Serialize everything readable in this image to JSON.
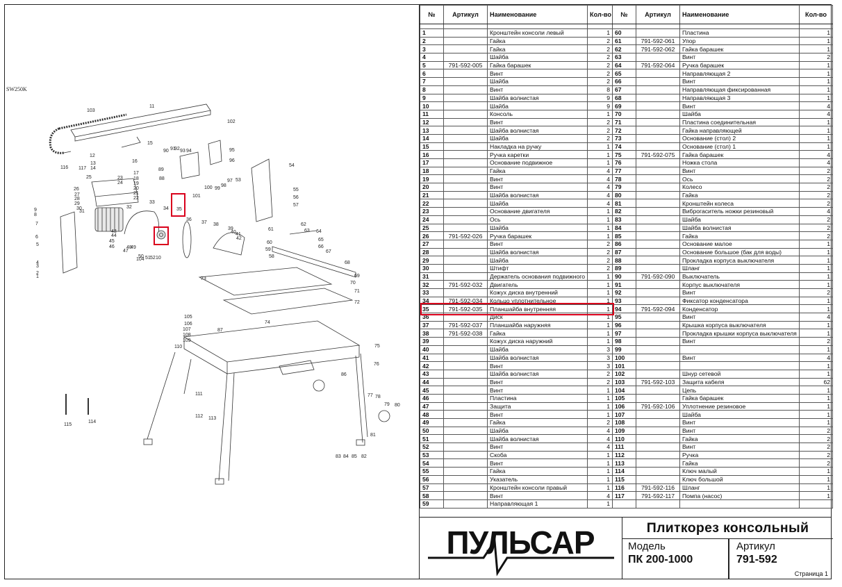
{
  "diagram": {
    "model_mark": "SW250K",
    "labels": [
      "103",
      "11",
      "102",
      "15",
      "16",
      "12",
      "13",
      "14",
      "116",
      "117",
      "90",
      "91",
      "92",
      "93",
      "94",
      "95",
      "96",
      "89",
      "88",
      "97",
      "98",
      "99",
      "100",
      "101",
      "53",
      "54",
      "55",
      "56",
      "57",
      "17",
      "18",
      "19",
      "20",
      "21",
      "22",
      "23",
      "24",
      "25",
      "26",
      "27",
      "28",
      "29",
      "30",
      "31",
      "32",
      "33",
      "34",
      "35",
      "36",
      "37",
      "38",
      "39",
      "40",
      "41",
      "42",
      "43",
      "44",
      "45",
      "46",
      "47",
      "48",
      "49",
      "50",
      "51",
      "52",
      "10",
      "9",
      "8",
      "7",
      "6",
      "5",
      "4",
      "3",
      "2",
      "1",
      "104",
      "61",
      "62",
      "63",
      "64",
      "65",
      "66",
      "67",
      "68",
      "69",
      "70",
      "71",
      "72",
      "58",
      "59",
      "60",
      "73",
      "74",
      "105",
      "106",
      "107",
      "108",
      "109",
      "110",
      "87",
      "75",
      "76",
      "86",
      "111",
      "112",
      "113",
      "77",
      "78",
      "79",
      "80",
      "81",
      "82",
      "83",
      "84",
      "85",
      "114",
      "115"
    ]
  },
  "table": {
    "headers": {
      "no": "№",
      "article": "Артикул",
      "name": "Наименование",
      "qty": "Кол-во"
    },
    "rows": [
      {
        "l": [
          "1",
          "",
          "Кронштейн консоли левый",
          "1"
        ],
        "r": [
          "60",
          "",
          "Пластина",
          "1"
        ]
      },
      {
        "l": [
          "2",
          "",
          "Гайка",
          "2"
        ],
        "r": [
          "61",
          "791-592-061",
          "Упор",
          "1"
        ]
      },
      {
        "l": [
          "3",
          "",
          "Гайка",
          "2"
        ],
        "r": [
          "62",
          "791-592-062",
          "Гайка барашек",
          "1"
        ]
      },
      {
        "l": [
          "4",
          "",
          "Шайба",
          "2"
        ],
        "r": [
          "63",
          "",
          "Винт",
          "2"
        ]
      },
      {
        "l": [
          "5",
          "791-592-005",
          "Гайка барашек",
          "2"
        ],
        "r": [
          "64",
          "791-592-064",
          "Ручка барашек",
          "1"
        ]
      },
      {
        "l": [
          "6",
          "",
          "Винт",
          "2"
        ],
        "r": [
          "65",
          "",
          "Направляющая 2",
          "1"
        ]
      },
      {
        "l": [
          "7",
          "",
          "Шайба",
          "2"
        ],
        "r": [
          "66",
          "",
          "Винт",
          "1"
        ]
      },
      {
        "l": [
          "8",
          "",
          "Винт",
          "8"
        ],
        "r": [
          "67",
          "",
          "Направляющая фиксированная",
          "1"
        ]
      },
      {
        "l": [
          "9",
          "",
          "Шайба волнистая",
          "9"
        ],
        "r": [
          "68",
          "",
          "Направляющая 3",
          "1"
        ]
      },
      {
        "l": [
          "10",
          "",
          "Шайба",
          "9"
        ],
        "r": [
          "69",
          "",
          "Винт",
          "4"
        ]
      },
      {
        "l": [
          "11",
          "",
          "Консоль",
          "1"
        ],
        "r": [
          "70",
          "",
          "Шайба",
          "4"
        ]
      },
      {
        "l": [
          "12",
          "",
          "Винт",
          "2"
        ],
        "r": [
          "71",
          "",
          "Пластина соединительная",
          "1"
        ]
      },
      {
        "l": [
          "13",
          "",
          "Шайба волнистая",
          "2"
        ],
        "r": [
          "72",
          "",
          "Гайка направляющей",
          "1"
        ]
      },
      {
        "l": [
          "14",
          "",
          "Шайба",
          "2"
        ],
        "r": [
          "73",
          "",
          "Основание (стол) 2",
          "1"
        ]
      },
      {
        "l": [
          "15",
          "",
          "Накладка на ручку",
          "1"
        ],
        "r": [
          "74",
          "",
          "Основание (стол) 1",
          "1"
        ]
      },
      {
        "l": [
          "16",
          "",
          "Ручка каретки",
          "1"
        ],
        "r": [
          "75",
          "791-592-075",
          "Гайка барашек",
          "4"
        ]
      },
      {
        "l": [
          "17",
          "",
          "Основание подвижное",
          "1"
        ],
        "r": [
          "76",
          "",
          "Ножка стола",
          "4"
        ]
      },
      {
        "l": [
          "18",
          "",
          "Гайка",
          "4"
        ],
        "r": [
          "77",
          "",
          "Винт",
          "2"
        ]
      },
      {
        "l": [
          "19",
          "",
          "Винт",
          "4"
        ],
        "r": [
          "78",
          "",
          "Ось",
          "2"
        ]
      },
      {
        "l": [
          "20",
          "",
          "Винт",
          "4"
        ],
        "r": [
          "79",
          "",
          "Колесо",
          "2"
        ]
      },
      {
        "l": [
          "21",
          "",
          "Шайба волнистая",
          "4"
        ],
        "r": [
          "80",
          "",
          "Гайка",
          "2"
        ]
      },
      {
        "l": [
          "22",
          "",
          "Шайба",
          "4"
        ],
        "r": [
          "81",
          "",
          "Кронштейн колеса",
          "2"
        ]
      },
      {
        "l": [
          "23",
          "",
          "Основание двигателя",
          "1"
        ],
        "r": [
          "82",
          "",
          "Виброгаситель ножки резиновый",
          "4"
        ]
      },
      {
        "l": [
          "24",
          "",
          "Ось",
          "1"
        ],
        "r": [
          "83",
          "",
          "Шайба",
          "2"
        ]
      },
      {
        "l": [
          "25",
          "",
          "Шайба",
          "1"
        ],
        "r": [
          "84",
          "",
          "Шайба волнистая",
          "2"
        ]
      },
      {
        "l": [
          "26",
          "791-592-026",
          "Ручка барашек",
          "1"
        ],
        "r": [
          "85",
          "",
          "Гайка",
          "2"
        ]
      },
      {
        "l": [
          "27",
          "",
          "Винт",
          "2"
        ],
        "r": [
          "86",
          "",
          "Основание малое",
          "1"
        ]
      },
      {
        "l": [
          "28",
          "",
          "Шайба волнистая",
          "2"
        ],
        "r": [
          "87",
          "",
          "Основание большое (бак для воды)",
          "1"
        ]
      },
      {
        "l": [
          "29",
          "",
          "Шайба",
          "2"
        ],
        "r": [
          "88",
          "",
          "Прокладка корпуса выключателя",
          "1"
        ]
      },
      {
        "l": [
          "30",
          "",
          "Штифт",
          "2"
        ],
        "r": [
          "89",
          "",
          "Шланг",
          "1"
        ]
      },
      {
        "l": [
          "31",
          "",
          "Держатель основания подвижного",
          "1"
        ],
        "r": [
          "90",
          "791-592-090",
          "Выключатель",
          "1"
        ]
      },
      {
        "l": [
          "32",
          "791-592-032",
          "Двигатель",
          "1"
        ],
        "r": [
          "91",
          "",
          "Корпус выключателя",
          "1"
        ]
      },
      {
        "l": [
          "33",
          "",
          "Кожух диска внутренний",
          "1"
        ],
        "r": [
          "92",
          "",
          "Винт",
          "2"
        ]
      },
      {
        "l": [
          "34",
          "791-592-034",
          "Кольцо уплотнительное",
          "1"
        ],
        "r": [
          "93",
          "",
          "Фиксатор конденсатора",
          "1"
        ]
      },
      {
        "l": [
          "35",
          "791-592-035",
          "Планшайба внутренняя",
          "1"
        ],
        "r": [
          "94",
          "791-592-094",
          "Конденсатор",
          "1"
        ]
      },
      {
        "l": [
          "36",
          "",
          "Диск",
          "1"
        ],
        "r": [
          "95",
          "",
          "Винт",
          "4"
        ]
      },
      {
        "l": [
          "37",
          "791-592-037",
          "Планшайба наружняя",
          "1"
        ],
        "r": [
          "96",
          "",
          "Крышка корпуса выключателя",
          "1"
        ]
      },
      {
        "l": [
          "38",
          "791-592-038",
          "Гайка",
          "1"
        ],
        "r": [
          "97",
          "",
          "Прокладка крышки корпуса выключателя",
          "1"
        ]
      },
      {
        "l": [
          "39",
          "",
          "Кожух диска наружний",
          "1"
        ],
        "r": [
          "98",
          "",
          "Винт",
          "2"
        ]
      },
      {
        "l": [
          "40",
          "",
          "Шайба",
          "3"
        ],
        "r": [
          "99",
          "",
          "",
          "1"
        ]
      },
      {
        "l": [
          "41",
          "",
          "Шайба волнистая",
          "3"
        ],
        "r": [
          "100",
          "",
          "Винт",
          "4"
        ]
      },
      {
        "l": [
          "42",
          "",
          "Винт",
          "3"
        ],
        "r": [
          "101",
          "",
          "",
          "1"
        ]
      },
      {
        "l": [
          "43",
          "",
          "Шайба волнистая",
          "2"
        ],
        "r": [
          "102",
          "",
          "Шнур сетевой",
          "1"
        ]
      },
      {
        "l": [
          "44",
          "",
          "Винт",
          "2"
        ],
        "r": [
          "103",
          "791-592-103",
          "Защита кабеля",
          "62"
        ]
      },
      {
        "l": [
          "45",
          "",
          "Винт",
          "1"
        ],
        "r": [
          "104",
          "",
          "Цепь",
          "1"
        ]
      },
      {
        "l": [
          "46",
          "",
          "Пластина",
          "1"
        ],
        "r": [
          "105",
          "",
          "Гайка барашек",
          "1"
        ]
      },
      {
        "l": [
          "47",
          "",
          "Защита",
          "1"
        ],
        "r": [
          "106",
          "791-592-106",
          "Уплотнение резиновое",
          "1"
        ]
      },
      {
        "l": [
          "48",
          "",
          "Винт",
          "1"
        ],
        "r": [
          "107",
          "",
          "Шайба",
          "1"
        ]
      },
      {
        "l": [
          "49",
          "",
          "Гайка",
          "2"
        ],
        "r": [
          "108",
          "",
          "Винт",
          "1"
        ]
      },
      {
        "l": [
          "50",
          "",
          "Шайба",
          "4"
        ],
        "r": [
          "109",
          "",
          "Винт",
          "2"
        ]
      },
      {
        "l": [
          "51",
          "",
          "Шайба волнистая",
          "4"
        ],
        "r": [
          "110",
          "",
          "Гайка",
          "2"
        ]
      },
      {
        "l": [
          "52",
          "",
          "Винт",
          "4"
        ],
        "r": [
          "111",
          "",
          "Винт",
          "2"
        ]
      },
      {
        "l": [
          "53",
          "",
          "Скоба",
          "1"
        ],
        "r": [
          "112",
          "",
          "Ручка",
          "2"
        ]
      },
      {
        "l": [
          "54",
          "",
          "Винт",
          "1"
        ],
        "r": [
          "113",
          "",
          "Гайка",
          "2"
        ]
      },
      {
        "l": [
          "55",
          "",
          "Гайка",
          "1"
        ],
        "r": [
          "114",
          "",
          "Ключ малый",
          "1"
        ]
      },
      {
        "l": [
          "56",
          "",
          "Указатель",
          "1"
        ],
        "r": [
          "115",
          "",
          "Ключ большой",
          "1"
        ]
      },
      {
        "l": [
          "57",
          "",
          "Кронштейн консоли правый",
          "1"
        ],
        "r": [
          "116",
          "791-592-116",
          "Шланг",
          "1"
        ]
      },
      {
        "l": [
          "58",
          "",
          "Винт",
          "4"
        ],
        "r": [
          "117",
          "791-592-117",
          "Помпа (насос)",
          "1"
        ]
      },
      {
        "l": [
          "59",
          "",
          "Направляющая 1",
          "1"
        ],
        "r": [
          "",
          "",
          "",
          ""
        ]
      }
    ],
    "highlight_color": "#d9001b"
  },
  "title_block": {
    "logo": "ПУЛЬСАР",
    "product": "Плиткорез консольный",
    "model_label": "Модель",
    "model_value": "ПК 200-1000",
    "article_label": "Артикул",
    "article_value": "791-592",
    "page": "Страница 1"
  }
}
